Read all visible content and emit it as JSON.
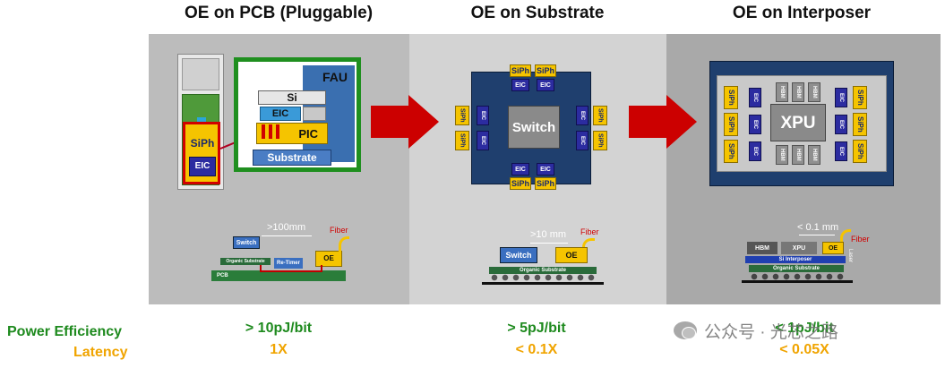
{
  "titles": {
    "pcb": "OE on PCB (Pluggable)",
    "substrate": "OE on Substrate",
    "interposer": "OE on Interposer"
  },
  "pcb_diagram": {
    "module_siph": "SiPh",
    "module_eic": "EIC",
    "fau": "FAU",
    "si": "Si",
    "eic": "EIC",
    "pic": "PIC",
    "substrate": "Substrate",
    "distance": ">100mm",
    "switch": "Switch",
    "organic_substrate": "Organic Substrate",
    "retimer": "Re-Timer",
    "oe": "OE",
    "pcb": "PCB",
    "fiber": "Fiber"
  },
  "substrate_diagram": {
    "switch": "Switch",
    "siph": "SiPh",
    "eic": "EIC",
    "distance": ">10 mm",
    "switch_small": "Switch",
    "oe": "OE",
    "organic_substrate": "Organic Substrate",
    "fiber": "Fiber"
  },
  "interposer_diagram": {
    "xpu": "XPU",
    "hbm": "HBM",
    "siph": "SiPh",
    "eic": "EIC",
    "distance": "< 0.1 mm",
    "hbm_small": "HBM",
    "xpu_small": "XPU",
    "oe": "OE",
    "si_interposer": "Si Interposer",
    "organic_substrate": "Organic Substrate",
    "laser": "Laser",
    "fiber": "Fiber"
  },
  "metrics": {
    "power_label": "Power Efficiency",
    "latency_label": "Latency",
    "pcb_power": "> 10pJ/bit",
    "pcb_latency": "1X",
    "substrate_power": "> 5pJ/bit",
    "substrate_latency": "< 0.1X",
    "interposer_power": "< 1pJ/bit",
    "interposer_latency": "< 0.05X"
  },
  "watermark": "公众号 · 光芯之路",
  "colors": {
    "green": "#1e8a1e",
    "orange": "#f0a400",
    "arrow_red": "#cc0000",
    "siph_yellow": "#f5c400",
    "eic_blue": "#2c2ca0",
    "package_blue": "#1f3f6e"
  }
}
